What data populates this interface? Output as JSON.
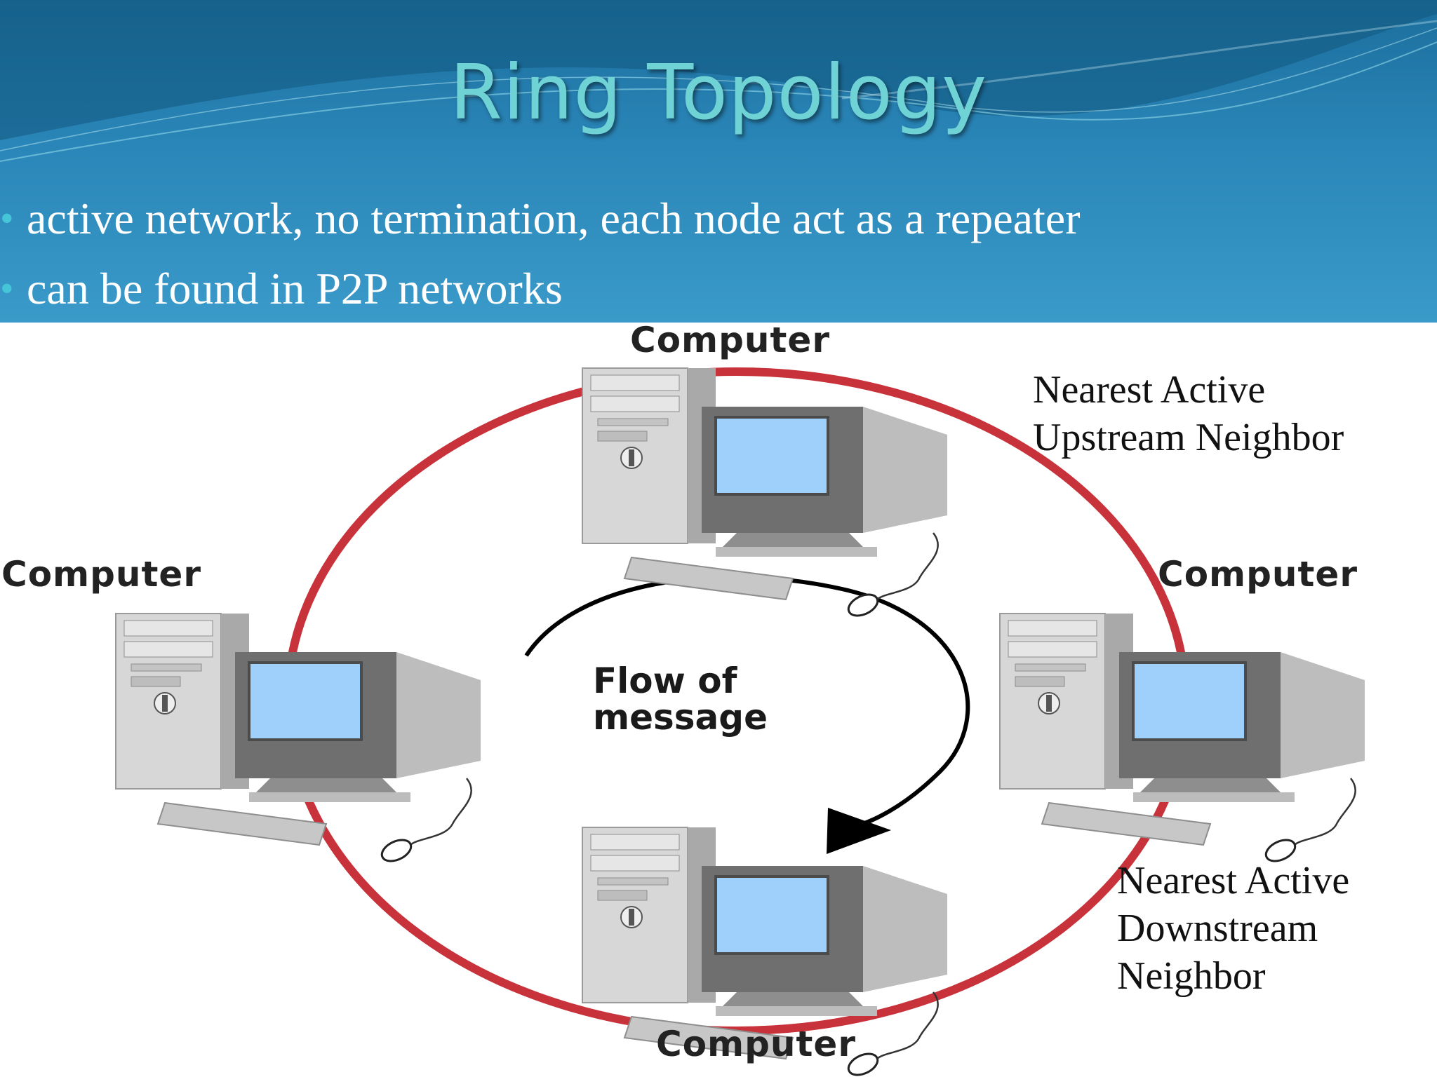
{
  "slide": {
    "title": "Ring Topology",
    "bullets": [
      "active network, no termination, each node act as a repeater",
      "can be found in P2P networks"
    ]
  },
  "diagram": {
    "computer_labels": [
      "Computer",
      "Computer",
      "Computer",
      "Computer"
    ],
    "flow_label": [
      "Flow of",
      "message"
    ],
    "upstream_label": [
      "Nearest Active",
      "Upstream Neighbor"
    ],
    "downstream_label": [
      "Nearest Active",
      "Downstream",
      "Neighbor"
    ]
  },
  "colors": {
    "ring": "#c8323a",
    "header_top": "#1b6e9c",
    "title": "#6fd3d6",
    "bullet_dot": "#45c6d8",
    "screen": "#9fd0fb"
  },
  "icons": {
    "computer": "desktop-computer-icon",
    "flow": "curved-arrow-icon"
  }
}
